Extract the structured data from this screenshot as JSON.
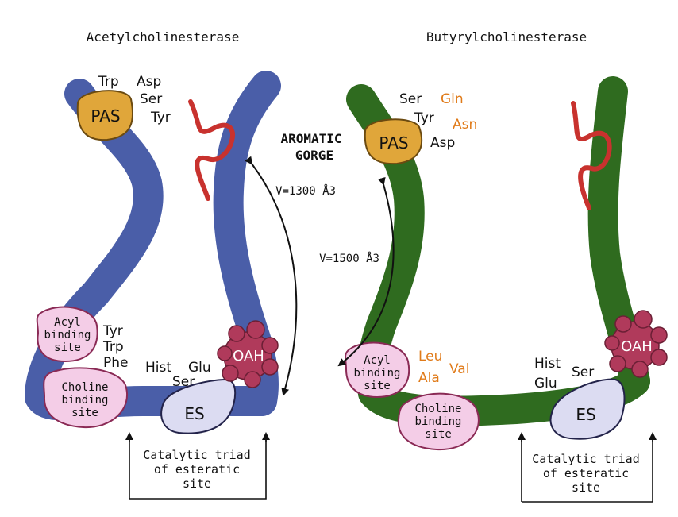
{
  "left": {
    "title": "Acetylcholinesterase",
    "pas": "PAS",
    "residues_top": [
      "Trp",
      "Asp",
      "Ser",
      "Tyr"
    ],
    "acyl_site": [
      "Acyl",
      "binding",
      "site"
    ],
    "acyl_residues": [
      "Tyr",
      "Trp",
      "Phe"
    ],
    "choline_site": [
      "Choline",
      "binding",
      "site"
    ],
    "triad_residues": [
      "Hist",
      "Glu",
      "Ser"
    ],
    "es": "ES",
    "oah": "OAH",
    "volume": "V=1300 Å3",
    "catalytic": [
      "Catalytic triad",
      "of esteratic",
      "site"
    ]
  },
  "right": {
    "title": "Butyrylcholinesterase",
    "pas": "PAS",
    "residues_black": [
      "Ser",
      "Tyr",
      "Asp"
    ],
    "residues_orange": [
      "Gln",
      "Asn"
    ],
    "acyl_site": [
      "Acyl",
      "binding",
      "site"
    ],
    "acyl_residues": [
      "Leu",
      "Ala",
      "Val"
    ],
    "choline_site": [
      "Choline",
      "binding",
      "site"
    ],
    "triad_residues": [
      "Hist",
      "Ser",
      "Glu"
    ],
    "es": "ES",
    "oah": "OAH",
    "volume": "V=1500 Å3",
    "catalytic": [
      "Catalytic triad",
      "of esteratic",
      "site"
    ]
  },
  "gorge_label": [
    "AROMATIC",
    "GORGE"
  ],
  "colors": {
    "ache_band": "#4a5ea8",
    "bche_band": "#2f6b1f",
    "pas_fill": "#e0a63a",
    "site_fill": "#f4cde7",
    "site_stroke": "#8a2a55",
    "es_fill": "#dcdcf2",
    "oah_fill": "#b03a5b",
    "loop": "#c8322e",
    "orange_text": "#e07b1a"
  }
}
